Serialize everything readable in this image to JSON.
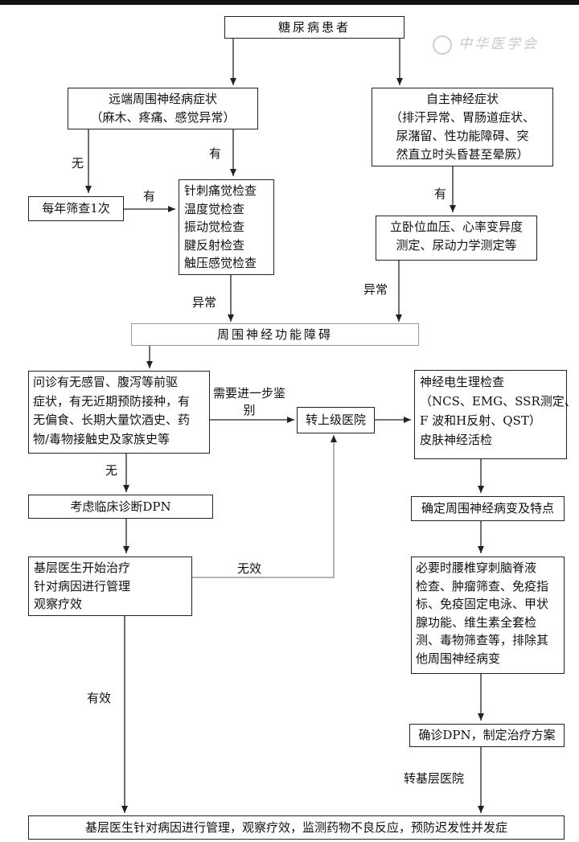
{
  "watermark": "中华医学会",
  "nodes": {
    "patient": "糖尿病患者",
    "distal_symptoms": [
      "远端周围神经病症状",
      "（麻木、疼痛、感觉异常）"
    ],
    "autonomic_symptoms": [
      "自主神经症状",
      "（排汗异常、胃肠道症状、",
      "尿潴留、性功能障碍、突",
      "然直立时头昏甚至晕厥）"
    ],
    "annual_screening": "每年筛查1次",
    "sensory_tests": [
      "针刺痛觉检查",
      "温度觉检查",
      "振动觉检查",
      "腱反射检查",
      "触压感觉检查"
    ],
    "autonomic_tests": [
      "立卧位血压、心率变异度",
      "测定、尿动力学测定等"
    ],
    "dysfunction": "周围神经功能障碍",
    "history": [
      "问诊有无感冒、腹泻等前驱",
      "症状，有无近期预防接种，有",
      "无偏食、长期大量饮酒史、药",
      "物/毒物接触史及家族史等"
    ],
    "referral": "转上级医院",
    "electro": [
      "神经电生理检查",
      "（NCS、EMG、SSR测定、",
      "F 波和H反射、QST）",
      "皮肤神经活检"
    ],
    "clinical_dpn": "考虑临床诊断DPN",
    "confirm_lesion": "确定周围神经病变及特点",
    "primary_treatment": [
      "基层医生开始治疗",
      "针对病因进行管理",
      "观察疗效"
    ],
    "further_tests": [
      "必要时腰椎穿刺脑脊液",
      "检查、肿瘤筛查、免疫指",
      "标、免疫固定电泳、甲状",
      "腺功能、维生素全套检",
      "测、毒物筛查等，排除其",
      "他周围神经病变"
    ],
    "confirm_dpn": "确诊DPN，制定治疗方案",
    "final": "基层医生针对病因进行管理，观察疗效，监测药物不良反应，预防迟发性并发症"
  },
  "labels": {
    "no": "无",
    "yes_distal": "有",
    "yes_screen": "有",
    "yes_autonomic": "有",
    "abnormal_left": "异常",
    "abnormal_right": "异常",
    "further_diff": "需要进一步鉴别",
    "no_history": "无",
    "ineffective": "无效",
    "effective": "有效",
    "to_primary": "转基层医院"
  }
}
